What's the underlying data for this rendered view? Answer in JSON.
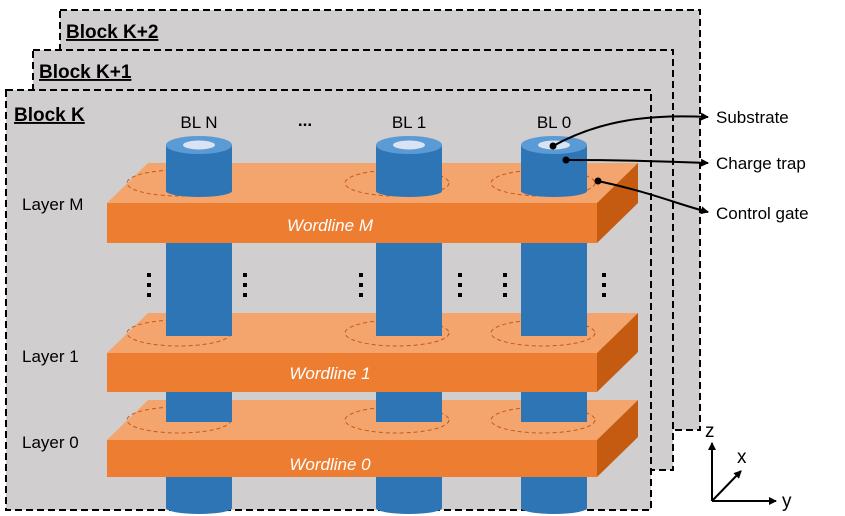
{
  "blocks": [
    "Block K+2",
    "Block K+1",
    "Block K"
  ],
  "bitlines": [
    "BL N",
    "...",
    "BL 1",
    "BL 0"
  ],
  "layers": [
    "Layer M",
    "Layer 1",
    "Layer 0"
  ],
  "wordlines": [
    "Wordline M",
    "Wordline 1",
    "Wordline 0"
  ],
  "callouts": [
    "Substrate",
    "Charge trap",
    "Control gate"
  ],
  "axes": {
    "z": "z",
    "x": "x",
    "y": "y"
  },
  "colors": {
    "block_fill": "#d0cece",
    "wordline_front": "#ed7d31",
    "wordline_top": "#f4a46d",
    "wordline_side": "#c55a11",
    "pillar_body": "#2e75b6",
    "pillar_top": "#5b9bd5",
    "substrate": "#dae3f3"
  }
}
